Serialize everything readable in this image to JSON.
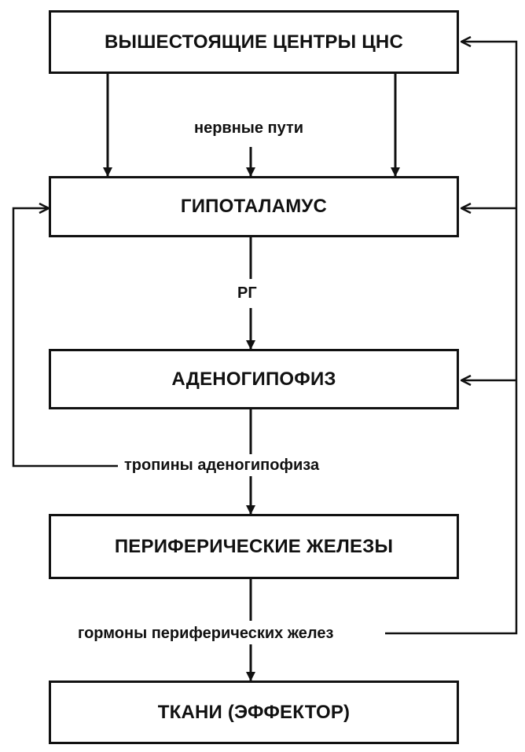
{
  "diagram": {
    "boxes": {
      "cns": "ВЫШЕСТОЯЩИЕ ЦЕНТРЫ ЦНС",
      "hypothalamus": "ГИПОТАЛАМУС",
      "adenohypophysis": "АДЕНОГИПОФИЗ",
      "peripheral_glands": "ПЕРИФЕРИЧЕСКИЕ ЖЕЛЕЗЫ",
      "tissues": "ТКАНИ (ЭФФЕКТОР)"
    },
    "labels": {
      "nerve_pathways": "нервные пути",
      "rg": "РГ",
      "tropins": "тропины аденогипофиза",
      "peripheral_hormones": "гормоны периферических желез"
    }
  }
}
